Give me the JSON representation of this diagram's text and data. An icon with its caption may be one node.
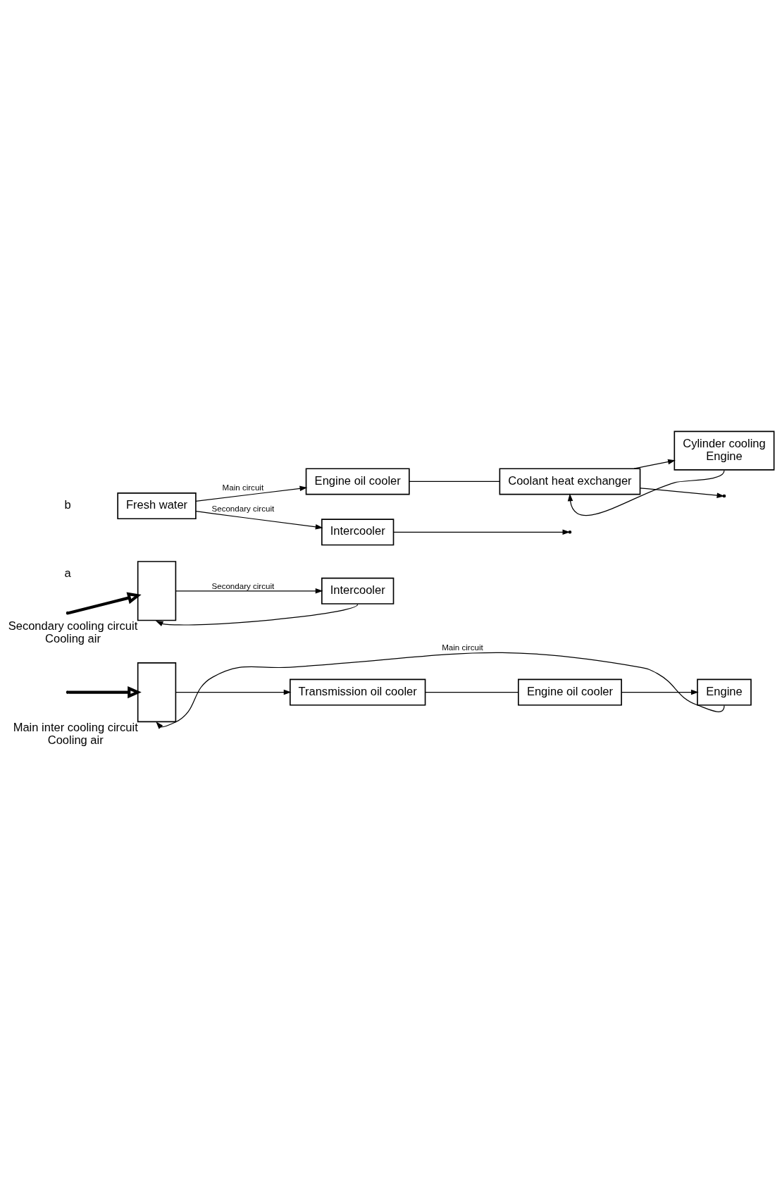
{
  "diagram": {
    "nodes": [
      {
        "text": [
          "Transmission oil cooler"
        ]
      },
      {
        "text": [
          "Engine oil cooler"
        ]
      },
      {
        "text": [
          "Engine"
        ]
      },
      {
        "text": [],
        "shape": "box",
        "beside": [
          "Main inter cooling circuit",
          "Cooling air"
        ]
      },
      {
        "text": [],
        "shape": "box",
        "beside": [
          "Secondary cooling circuit",
          "Cooling air"
        ]
      },
      {
        "text": [
          "Intercooler"
        ]
      },
      {
        "text": [
          "Fresh water"
        ]
      },
      {
        "text": [
          "Engine oil cooler"
        ]
      },
      {
        "text": [
          "Coolant heat exchanger"
        ]
      },
      {
        "text": [
          "Cylinder cooling",
          "Engine"
        ]
      },
      {
        "text": [
          "Intercooler"
        ]
      }
    ],
    "edges": [
      {
        "from": 3,
        "to": 0,
        "arrow": "to"
      },
      {
        "from": 0,
        "to": 1,
        "arrow": "none"
      },
      {
        "from": 1,
        "to": 2,
        "arrow": "to"
      },
      {
        "from": 2,
        "to": 3,
        "arrow": "to",
        "label": "Main circuit"
      },
      {
        "from": null,
        "to": 3,
        "arrow": "to",
        "style": "thick"
      },
      {
        "from": 4,
        "to": 5,
        "arrow": "to",
        "label": "Secondary circuit"
      },
      {
        "from": 5,
        "to": 4,
        "arrow": "to"
      },
      {
        "from": null,
        "to": 4,
        "arrow": "to",
        "style": "thick"
      },
      {
        "from": 6,
        "to": 7,
        "arrow": "to",
        "label": "Main circuit"
      },
      {
        "from": 6,
        "to": 10,
        "arrow": "to",
        "label": "Secondary circuit"
      },
      {
        "from": 7,
        "to": 8,
        "arrow": "none"
      },
      {
        "from": 8,
        "to": 9,
        "arrow": "to"
      },
      {
        "from": 9,
        "to": 8,
        "arrow": "to"
      },
      {
        "from": 8,
        "to": null,
        "arrow": "to"
      },
      {
        "from": 10,
        "to": null,
        "arrow": "to"
      }
    ],
    "labels": [
      "a",
      "b"
    ]
  }
}
